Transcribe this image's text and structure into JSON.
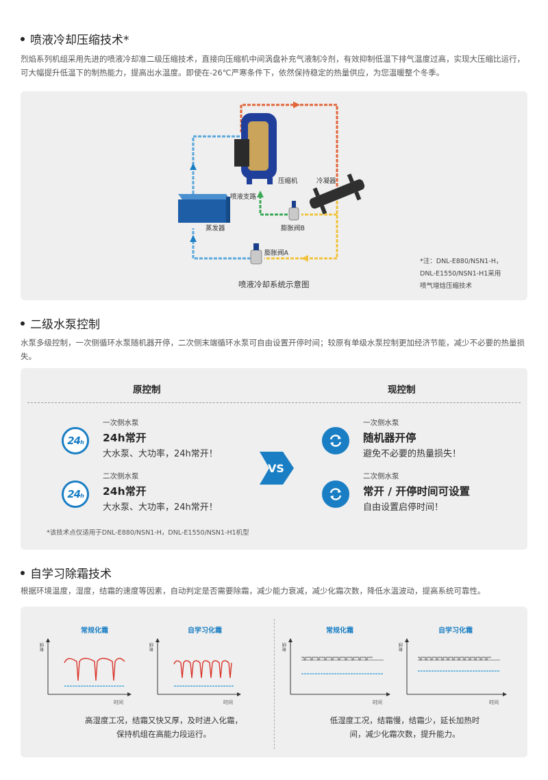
{
  "section1": {
    "title": "喷液冷却压缩技术*",
    "text": "烈焰系列机组采用先进的喷液冷却准二级压缩技术，直接向压缩机中间涡盘补充气液制冷剂，有效抑制低温下排气温度过高，实现大压缩比运行，可大幅提升低温下的制热能力，提高出水温度。即使在-26℃严寒条件下，依然保持稳定的热量供应，为您温暖整个冬季。",
    "labels": {
      "compressor": "压缩机",
      "condenser": "冷凝器",
      "injection": "喷液支路",
      "evaporator": "蒸发器",
      "valve_b": "膨胀阀B",
      "valve_a": "膨胀阀A"
    },
    "caption": "喷液冷却系统示意图",
    "note": [
      "*注：DNL-E880/NSN1-H，",
      "DNL-E1550/NSN1-H1采用",
      "喷气增焓压缩技术"
    ]
  },
  "section2": {
    "title": "二级水泵控制",
    "text": "水泵多级控制，一次侧循环水泵随机器开停，二次侧末端循环水泵可自由设置开停时间；较原有单级水泵控制更加经济节能，减少不必要的热量损失。",
    "left_head": "原控制",
    "right_head": "现控制",
    "left_items": [
      {
        "label": "一次侧水泵",
        "title": "24h常开",
        "desc": "大水泵、大功率，24h常开！",
        "icon": "24h-icon"
      },
      {
        "label": "二次侧水泵",
        "title": "24h常开",
        "desc": "大水泵、大功率，24h常开！",
        "icon": "24h-icon"
      }
    ],
    "right_items": [
      {
        "label": "一次侧水泵",
        "title": "随机器开停",
        "desc": "避免不必要的热量损失！",
        "icon": "cycle-icon"
      },
      {
        "label": "二次侧水泵",
        "title": "常开 / 开停时间可设置",
        "desc": "自由设置启停时间！",
        "icon": "cycle-icon"
      }
    ],
    "vs": "VS",
    "footnote": "*该技术点仅适用于DNL-E880/NSN1-H，DNL-E1550/NSN1-H1机型",
    "h24_main": "24",
    "h24_sub": "h"
  },
  "section3": {
    "title": "自学习除霜技术",
    "text": "根据环境温度，湿度，结霜的速度等因素，自动判定是否需要除霜，减少能力衰减，减少化霜次数，降低水温波动，提高系统可靠性。",
    "chart_titles": [
      "常规化霜",
      "自学习化霜",
      "常规化霜",
      "自学习化霜"
    ],
    "y_label": "温度",
    "x_label": "时间",
    "left_desc": "高湿度工况，结霜又快又厚，及时进入化霜，保持机组在高能力段运行。",
    "right_desc": "低湿度工况，结霜慢，结霜少，延长加热时间，减少化霜次数，提升能力。"
  },
  "colors": {
    "accent": "#1a7ec4",
    "red_pipe": "#e0663a",
    "yellow_pipe": "#f0c33c",
    "green_pipe": "#3aa856",
    "blue_pipe": "#5aa7dc"
  }
}
